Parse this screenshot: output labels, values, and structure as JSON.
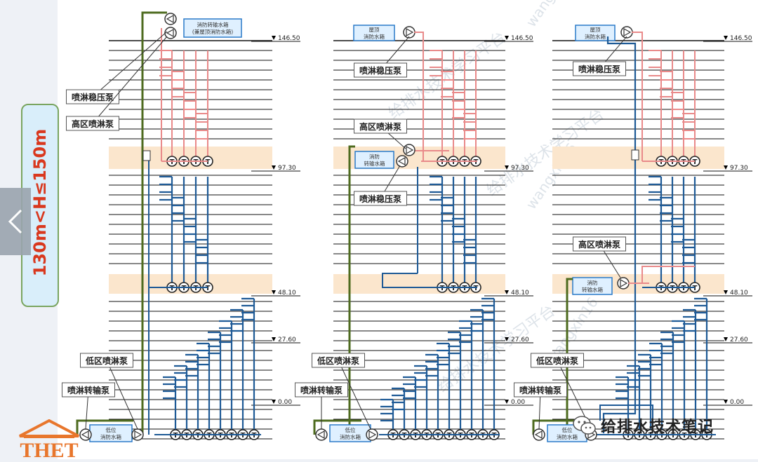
{
  "elevations": [
    "146.50",
    "97.30",
    "48.10",
    "27.60",
    "0.00"
  ],
  "height_range": "130m<H≤150m",
  "panels": [
    {
      "id": "a",
      "tank_top": [
        "消防转输水箱",
        "(兼屋顶消防水箱)"
      ],
      "tank_low": [
        "低位",
        "消防水箱"
      ],
      "callouts": [
        "喷淋稳压泵",
        "高区喷淋泵",
        "低区喷淋泵",
        "喷淋转输泵"
      ]
    },
    {
      "id": "b",
      "tank_top": [
        "屋顶",
        "消防水箱"
      ],
      "tank_mid": [
        "消防",
        "转输水箱"
      ],
      "tank_low": [
        "低位",
        "消防水箱"
      ],
      "callouts": [
        "喷淋稳压泵",
        "高区喷淋泵",
        "喷淋稳压泵",
        "低区喷淋泵",
        "喷淋转输泵"
      ]
    },
    {
      "id": "c",
      "tank_top": [
        "屋顶",
        "消防水箱"
      ],
      "tank_mid": [
        "消防",
        "转输水箱"
      ],
      "tank_low": [
        "低位",
        "消防水箱"
      ],
      "callouts": [
        "喷淋稳压泵",
        "高区喷淋泵",
        "低区喷淋泵",
        "喷淋转输泵"
      ]
    }
  ],
  "valve_letter": "T",
  "watermarks": [
    "给排水技术学习平台",
    "wangxin16"
  ],
  "wechat_label": "给排水技术笔记",
  "logo_text": "THET",
  "colors": {
    "high_zone": "#e98a8a",
    "low_zone": "#1e5a96",
    "transfer": "#4e6b1f",
    "refuge_band": "#fbe6cd",
    "tank_fill": "#dff0ff",
    "tank_border": "#2a7ac8",
    "badge_text": "#d9381e"
  }
}
